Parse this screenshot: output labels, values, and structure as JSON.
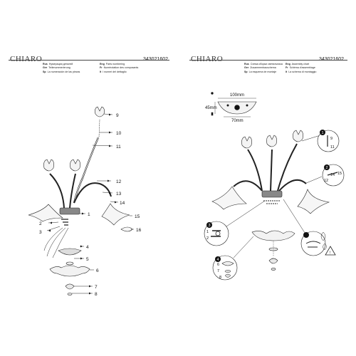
{
  "left_page": {
    "brand": "CHIARO",
    "code": "343021602",
    "captions": [
      {
        "lang": "Rus",
        "text": "Нумерация деталей"
      },
      {
        "lang": "Ger",
        "text": "Teilenummerierung"
      },
      {
        "lang": "Sp",
        "text": "La numeración de las piezas"
      },
      {
        "lang": "Eng",
        "text": "Parts numbering"
      },
      {
        "lang": "Fr",
        "text": "Numérotation des composants"
      },
      {
        "lang": "It",
        "text": "I numeri del dettaglio"
      }
    ],
    "part_numbers": [
      "1",
      "2",
      "3",
      "4",
      "5",
      "6",
      "7",
      "8",
      "9",
      "10",
      "11",
      "12",
      "13",
      "14",
      "15",
      "16"
    ]
  },
  "right_page": {
    "brand": "CHIARO",
    "code": "343021602",
    "captions": [
      {
        "lang": "Rus",
        "text": "Схема сборки светильника"
      },
      {
        "lang": "Ger",
        "text": "Zusammenbauschema"
      },
      {
        "lang": "Sp",
        "text": "La esquema de montaje"
      },
      {
        "lang": "Eng",
        "text": "Assembly chart"
      },
      {
        "lang": "Fr",
        "text": "Schéma d'assemblage"
      },
      {
        "lang": "It",
        "text": "La schema di montaggio"
      }
    ],
    "dimensions": {
      "width_top": "100mm",
      "height": "45mm",
      "width_bottom": "70mm"
    },
    "callouts": {
      "c1": {
        "step": "1",
        "parts": [
          "9",
          "11"
        ]
      },
      "c2": {
        "step": "2",
        "parts": [
          "14",
          "15",
          "12"
        ]
      },
      "c3": {
        "step": "3",
        "parts": [
          "1",
          "2"
        ]
      },
      "c4": {
        "step": "4",
        "parts": [
          "6",
          "7",
          "8"
        ]
      }
    },
    "warning_symbol": "!"
  }
}
